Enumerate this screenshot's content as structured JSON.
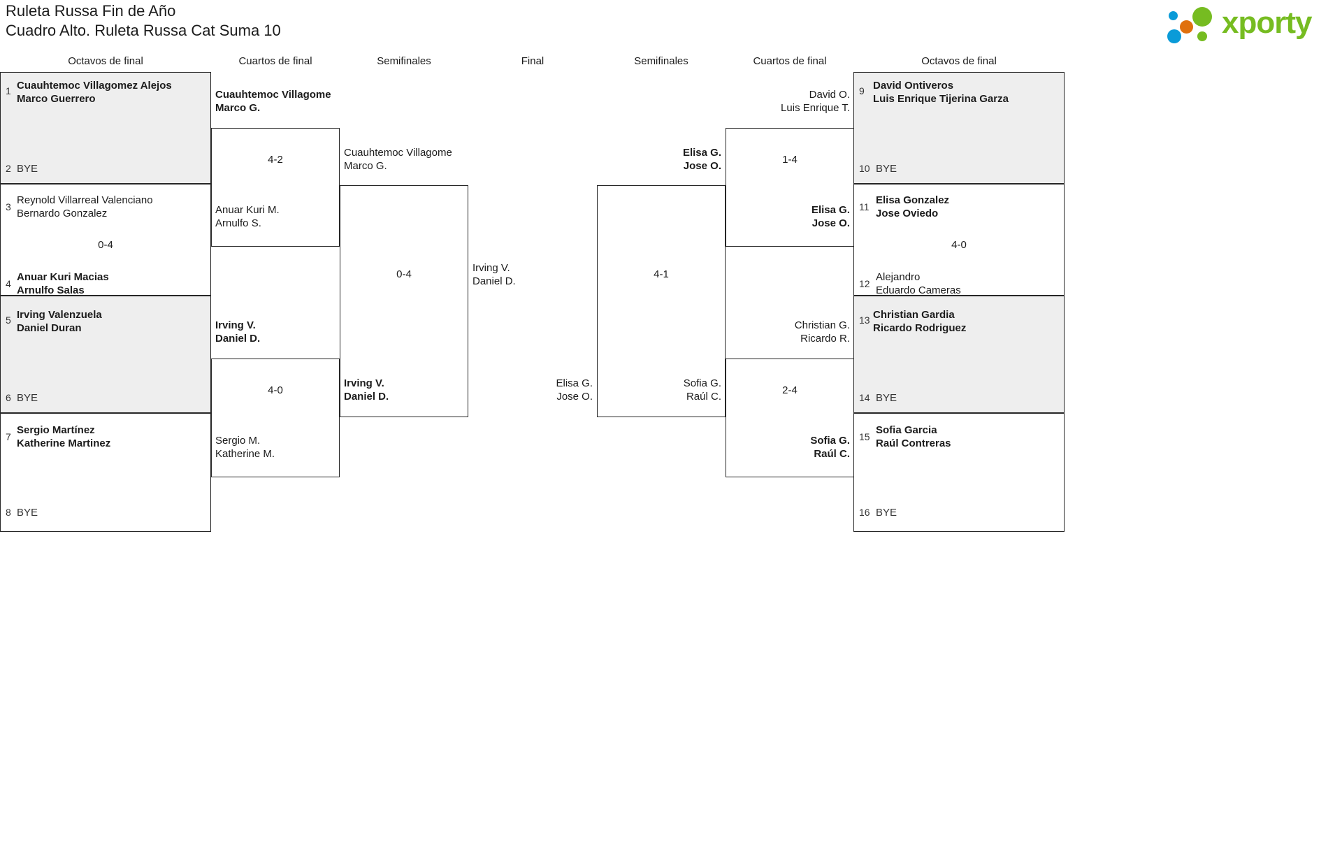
{
  "header": {
    "title_line1": "Ruleta Russa Fin de Año",
    "title_line2": "Cuadro Alto. Ruleta Russa Cat Suma 10",
    "brand": "xporty",
    "brand_color": "#76bc21",
    "dot_colors": {
      "blue": "#0a9bd8",
      "orange": "#e0700d",
      "green": "#76bc21"
    }
  },
  "colors": {
    "winner_block_bg": "#eeeeee",
    "box_border": "#262626",
    "text": "#1c1c1c",
    "muted_text": "#333333",
    "page_bg": "#ffffff"
  },
  "round_labels": {
    "left_r16": "Octavos de final",
    "left_qf": "Cuartos de final",
    "left_sf": "Semifinales",
    "final": "Final",
    "right_sf": "Semifinales",
    "right_qf": "Cuartos de final",
    "right_r16": "Octavos de final"
  },
  "bracket": {
    "left_r16": [
      {
        "seed": "1",
        "names": "Cuauhtemoc Villagomez Alejos\nMarco Guerrero",
        "winner": true,
        "bye": false,
        "shaded": true
      },
      {
        "seed": "2",
        "names": "BYE",
        "winner": false,
        "bye": true,
        "shaded": true
      },
      {
        "seed": "3",
        "names": "Reynold Villarreal Valenciano\nBernardo Gonzalez",
        "winner": false,
        "bye": false,
        "shaded": false
      },
      {
        "seed": "4",
        "names": "Anuar Kuri Macias\nArnulfo Salas",
        "winner": true,
        "bye": false,
        "shaded": false
      },
      {
        "seed": "5",
        "names": "Irving Valenzuela\nDaniel Duran",
        "winner": true,
        "bye": false,
        "shaded": true
      },
      {
        "seed": "6",
        "names": "BYE",
        "winner": false,
        "bye": true,
        "shaded": true
      },
      {
        "seed": "7",
        "names": "Sergio Martínez\nKatherine Martinez",
        "winner": true,
        "bye": false,
        "shaded": false
      },
      {
        "seed": "8",
        "names": "BYE",
        "winner": false,
        "bye": true,
        "shaded": false
      }
    ],
    "right_r16": [
      {
        "seed": "9",
        "names": "David Ontiveros\nLuis Enrique Tijerina Garza",
        "winner": true,
        "bye": false,
        "shaded": true
      },
      {
        "seed": "10",
        "names": "BYE",
        "winner": false,
        "bye": true,
        "shaded": true
      },
      {
        "seed": "11",
        "names": "Elisa Gonzalez\nJose Oviedo",
        "winner": true,
        "bye": false,
        "shaded": false
      },
      {
        "seed": "12",
        "names": "Alejandro\nEduardo Cameras",
        "winner": false,
        "bye": false,
        "shaded": false
      },
      {
        "seed": "13",
        "names": "Christian Gardia\nRicardo Rodriguez",
        "winner": true,
        "bye": false,
        "shaded": true
      },
      {
        "seed": "14",
        "names": "BYE",
        "winner": false,
        "bye": true,
        "shaded": true
      },
      {
        "seed": "15",
        "names": "Sofia Garcia\nRaúl Contreras",
        "winner": true,
        "bye": false,
        "shaded": false
      },
      {
        "seed": "16",
        "names": "BYE",
        "winner": false,
        "bye": true,
        "shaded": false
      }
    ],
    "left_r16_scores": [
      {
        "value": ""
      },
      {
        "value": "0-4"
      },
      {
        "value": ""
      },
      {
        "value": ""
      }
    ],
    "left_qf": [
      {
        "names": "Cuauhtemoc Villagome\nMarco G.",
        "winner": true
      },
      {
        "names": "Anuar Kuri M.\nArnulfo S.",
        "winner": false
      },
      {
        "names": "Irving V.\nDaniel D.",
        "winner": true
      },
      {
        "names": "Sergio M.\nKatherine M.",
        "winner": false
      }
    ],
    "left_qf_scores": [
      "4-2",
      "4-0"
    ],
    "left_sf": [
      {
        "names": "Cuauhtemoc Villagome\nMarco G.",
        "winner": false
      },
      {
        "names": "Irving V.\nDaniel D.",
        "winner": true
      }
    ],
    "left_sf_scores": [
      "0-4"
    ],
    "final_left": {
      "names": "Irving V.\nDaniel D.",
      "winner": false
    },
    "final_right": {
      "names": "Elisa G.\nJose O.",
      "winner": false
    },
    "right_sf": [
      {
        "names": "Elisa G.\nJose O.",
        "winner": true
      },
      {
        "names": "Sofia G.\nRaúl C.",
        "winner": false
      }
    ],
    "right_sf_scores": [
      "4-1"
    ],
    "right_qf": [
      {
        "names": "David O.\nLuis Enrique T.",
        "winner": false
      },
      {
        "names": "Elisa G.\nJose O.",
        "winner": true
      },
      {
        "names": "Christian G.\nRicardo R.",
        "winner": false
      },
      {
        "names": "Sofia G.\nRaúl C.",
        "winner": true
      }
    ],
    "right_qf_scores": [
      "1-4",
      "2-4"
    ],
    "right_r16_scores": [
      {
        "value": ""
      },
      {
        "value": "4-0"
      },
      {
        "value": ""
      },
      {
        "value": ""
      }
    ]
  }
}
